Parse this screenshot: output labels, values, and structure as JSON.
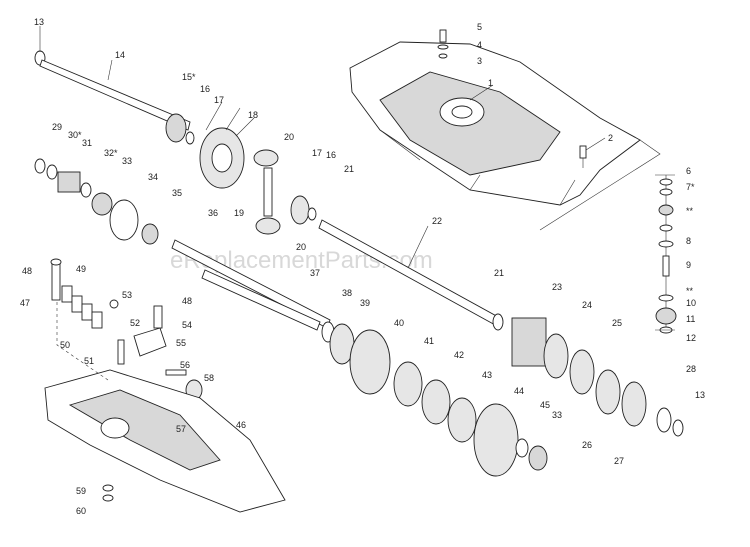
{
  "watermark": "eReplacementParts.com",
  "labels": [
    "1",
    "2",
    "3",
    "4",
    "5",
    "6",
    "7*",
    "**",
    "8",
    "9",
    "**",
    "10",
    "11",
    "12",
    "13",
    "14",
    "15*",
    "16",
    "17",
    "18",
    "19",
    "20",
    "17",
    "16",
    "21",
    "20",
    "22",
    "29",
    "30*",
    "31",
    "32*",
    "33",
    "34",
    "35",
    "36",
    "37",
    "21",
    "23",
    "24",
    "25",
    "26",
    "27",
    "28",
    "13",
    "38",
    "39",
    "40",
    "41",
    "42",
    "43",
    "44",
    "45",
    "33",
    "48",
    "49",
    "53",
    "48",
    "47",
    "52",
    "54",
    "50",
    "51",
    "55",
    "56",
    "58",
    "57",
    "46",
    "59",
    "60"
  ]
}
